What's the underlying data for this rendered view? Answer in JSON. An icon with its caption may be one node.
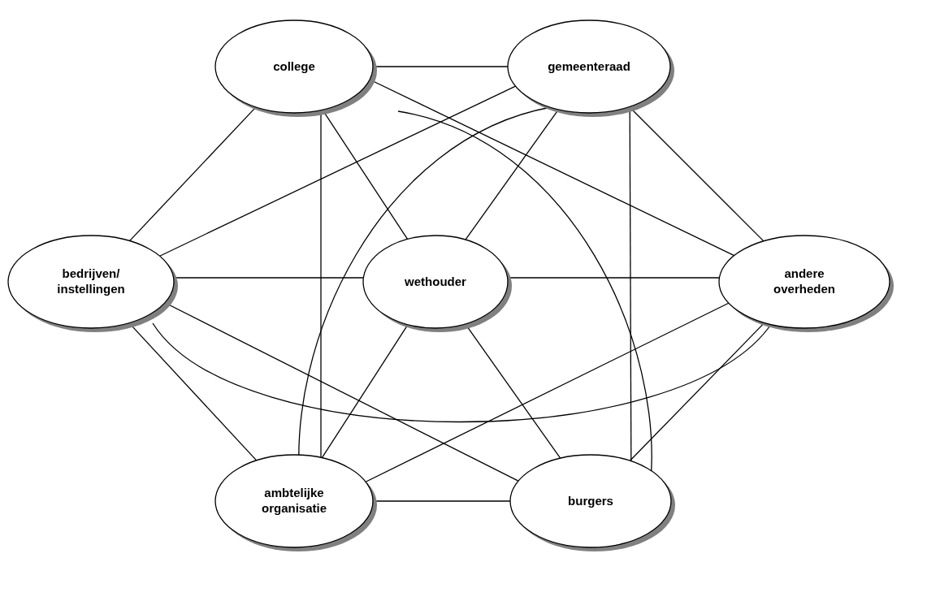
{
  "diagram": {
    "nodes": [
      {
        "text": [
          "college"
        ]
      },
      {
        "text": [
          "gemeenteraad"
        ]
      },
      {
        "text": [
          "bedrijven/ instellingen"
        ]
      },
      {
        "text": [
          "wethouder"
        ]
      },
      {
        "text": [
          "andere overheden"
        ]
      },
      {
        "text": [
          "ambtelijke organisatie"
        ]
      },
      {
        "text": [
          "burgers"
        ]
      }
    ],
    "edges": [
      {
        "from": 0,
        "to": 1,
        "arrow": "none"
      },
      {
        "from": 0,
        "to": 2,
        "arrow": "none"
      },
      {
        "from": 0,
        "to": 3,
        "arrow": "none"
      },
      {
        "from": 0,
        "to": 4,
        "arrow": "none"
      },
      {
        "from": 0,
        "to": 5,
        "arrow": "none"
      },
      {
        "from": 0,
        "to": 6,
        "arrow": "none"
      },
      {
        "from": 1,
        "to": 2,
        "arrow": "none"
      },
      {
        "from": 1,
        "to": 3,
        "arrow": "none"
      },
      {
        "from": 1,
        "to": 4,
        "arrow": "none"
      },
      {
        "from": 1,
        "to": 5,
        "arrow": "none"
      },
      {
        "from": 1,
        "to": 6,
        "arrow": "none"
      },
      {
        "from": 2,
        "to": 3,
        "arrow": "none"
      },
      {
        "from": 2,
        "to": 4,
        "arrow": "none"
      },
      {
        "from": 2,
        "to": 5,
        "arrow": "none"
      },
      {
        "from": 2,
        "to": 6,
        "arrow": "none"
      },
      {
        "from": 3,
        "to": 4,
        "arrow": "none"
      },
      {
        "from": 3,
        "to": 5,
        "arrow": "none"
      },
      {
        "from": 3,
        "to": 6,
        "arrow": "none"
      },
      {
        "from": 4,
        "to": 5,
        "arrow": "none"
      },
      {
        "from": 4,
        "to": 6,
        "arrow": "none"
      },
      {
        "from": 5,
        "to": 6,
        "arrow": "none"
      }
    ]
  }
}
